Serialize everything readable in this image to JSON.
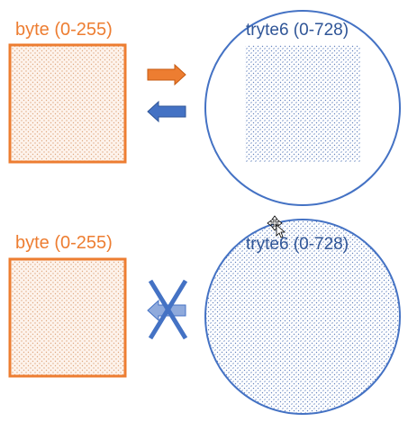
{
  "colors": {
    "orange": "#ED7D31",
    "blue": "#4472C4",
    "dark_blue": "#2F5597",
    "light_blue": "#8FAADC",
    "orange_fill": "#FBE5D6",
    "dot_orange": "#E0A880",
    "dot_blue": "#6A86BE"
  },
  "top_panel": {
    "byte_label": "byte (0-255)",
    "tryte_label": "tryte6 (0-728)",
    "arrow_right_icon": "orange-right-arrow",
    "arrow_left_icon": "blue-left-arrow"
  },
  "bottom_panel": {
    "byte_label": "byte (0-255)",
    "tryte_label": "tryte6 (0-728)",
    "arrow_left_icon": "light-blue-left-arrow",
    "cross_icon": "blue-x-cross",
    "cursor_icon": "move-cursor"
  }
}
